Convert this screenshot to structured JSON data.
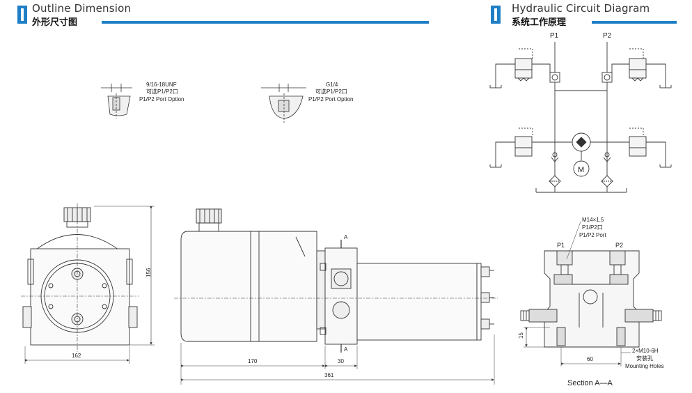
{
  "sections": {
    "outline": {
      "title_en": "Outline Dimension",
      "title_cn": "外形尺寸图"
    },
    "circuit": {
      "title_en": "Hydraulic Circuit Diagram",
      "title_cn": "系统工作原理"
    }
  },
  "port_options": {
    "unf": {
      "size": "9/16-18UNF",
      "cn": "可选P1/P2口",
      "en": "P1/P2 Port Option"
    },
    "g": {
      "size": "G1/4",
      "cn": "可选P1/P2口",
      "en": "P1/P2 Port Option"
    }
  },
  "dimensions": {
    "height": "156",
    "width": "162",
    "d170": "170",
    "d30": "30",
    "d361": "361",
    "section_mark": "A"
  },
  "circuit_labels": {
    "p1": "P1",
    "p2": "P2",
    "motor": "M"
  },
  "section_view": {
    "thread": "M14×1.5",
    "port_cn": "P1/P2口",
    "port_en": "P1/P2 Port",
    "p1": "P1",
    "p2": "P2",
    "dim15": "15",
    "dim60": "60",
    "holes": "2×M10-6H",
    "holes_cn": "安装孔",
    "holes_en": "Mounting Holes",
    "title": "Section A—A"
  },
  "colors": {
    "accent": "#1f7fc6",
    "line": "#333333"
  }
}
